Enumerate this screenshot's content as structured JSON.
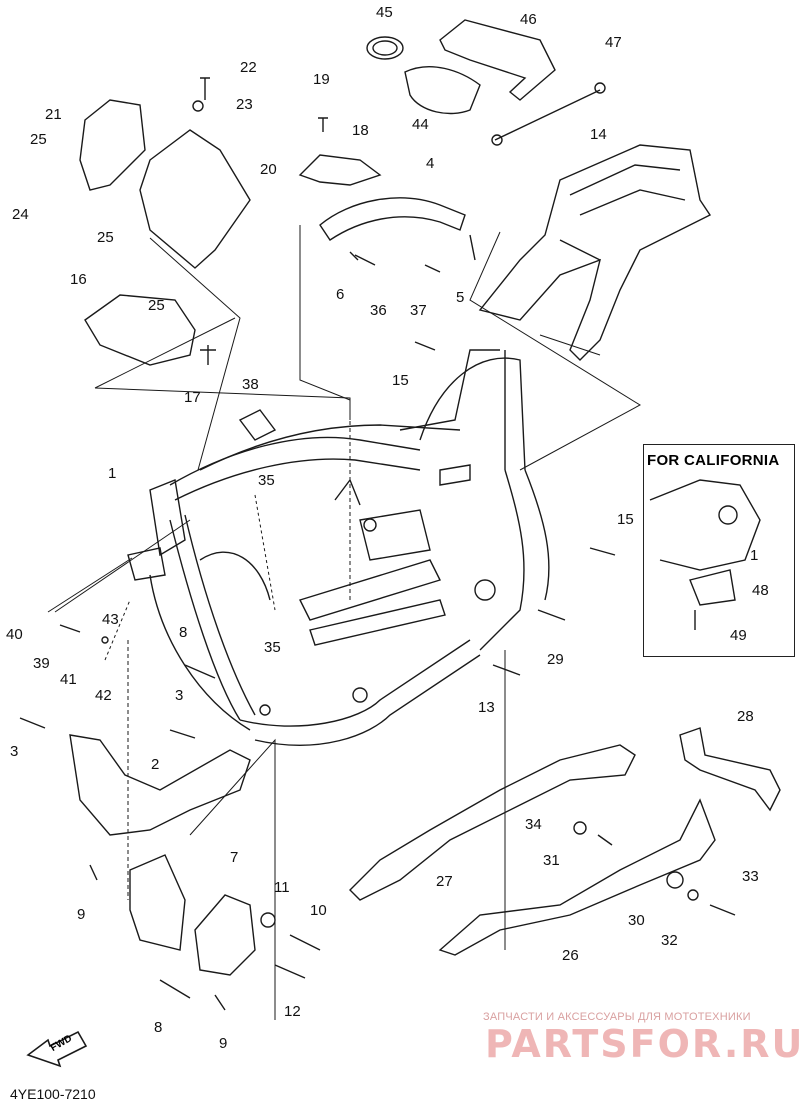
{
  "diagram": {
    "callouts": [
      "1",
      "2",
      "3",
      "3",
      "4",
      "5",
      "6",
      "7",
      "8",
      "8",
      "9",
      "9",
      "10",
      "11",
      "12",
      "13",
      "14",
      "15",
      "15",
      "16",
      "17",
      "18",
      "19",
      "20",
      "21",
      "22",
      "23",
      "24",
      "25",
      "25",
      "25",
      "26",
      "27",
      "28",
      "29",
      "30",
      "31",
      "32",
      "33",
      "34",
      "35",
      "35",
      "36",
      "37",
      "38",
      "39",
      "40",
      "41",
      "42",
      "43",
      "44",
      "45",
      "46",
      "47"
    ],
    "california_box": {
      "title": "FOR CALIFORNIA",
      "callouts": [
        "1",
        "48",
        "49"
      ]
    },
    "part_code": "4YE100-7210",
    "fwd_label": "FWD",
    "watermark": {
      "tagline": "ЗАПЧАСТИ И АКСЕССУАРЫ ДЛЯ МОТОТЕХНИКИ",
      "brand": "PARTSFOR.RU"
    }
  }
}
